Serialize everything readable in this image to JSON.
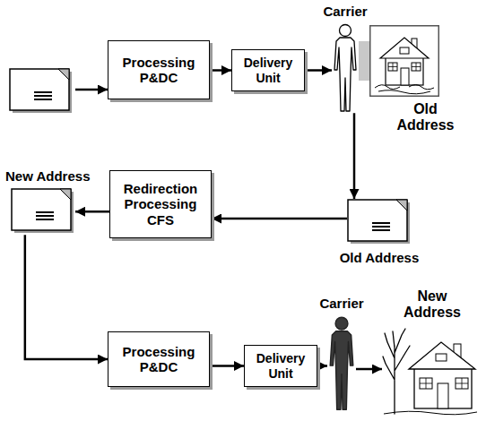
{
  "diagram": {
    "nodes": [
      {
        "text": [
          "Processing P&DC"
        ]
      },
      {
        "text": [
          "Delivery Unit"
        ]
      },
      {
        "text": [
          "Carrier"
        ]
      },
      {
        "text": [
          "Old Address"
        ]
      },
      {
        "text": [
          "New Address"
        ]
      },
      {
        "text": [
          "Redirection Processing CFS"
        ]
      },
      {
        "text": [
          "Old Address"
        ]
      },
      {
        "text": [
          "Processing P&DC"
        ]
      },
      {
        "text": [
          "Delivery Unit"
        ]
      },
      {
        "text": [
          "Carrier"
        ]
      },
      {
        "text": [
          "New Address"
        ]
      }
    ],
    "edges": [
      {
        "from": 0,
        "to": 1,
        "arrow": "to"
      },
      {
        "from": 1,
        "to": 2,
        "arrow": "to"
      },
      {
        "from": 2,
        "to": 3,
        "arrow": "none"
      },
      {
        "from": 2,
        "to": 6,
        "arrow": "to"
      },
      {
        "from": 6,
        "to": 5,
        "arrow": "to"
      },
      {
        "from": 5,
        "to": 4,
        "arrow": "to"
      },
      {
        "from": 4,
        "to": 7,
        "arrow": "to"
      },
      {
        "from": 7,
        "to": 8,
        "arrow": "to"
      },
      {
        "from": 8,
        "to": 9,
        "arrow": "to"
      },
      {
        "from": 9,
        "to": 10,
        "arrow": "to"
      }
    ]
  }
}
